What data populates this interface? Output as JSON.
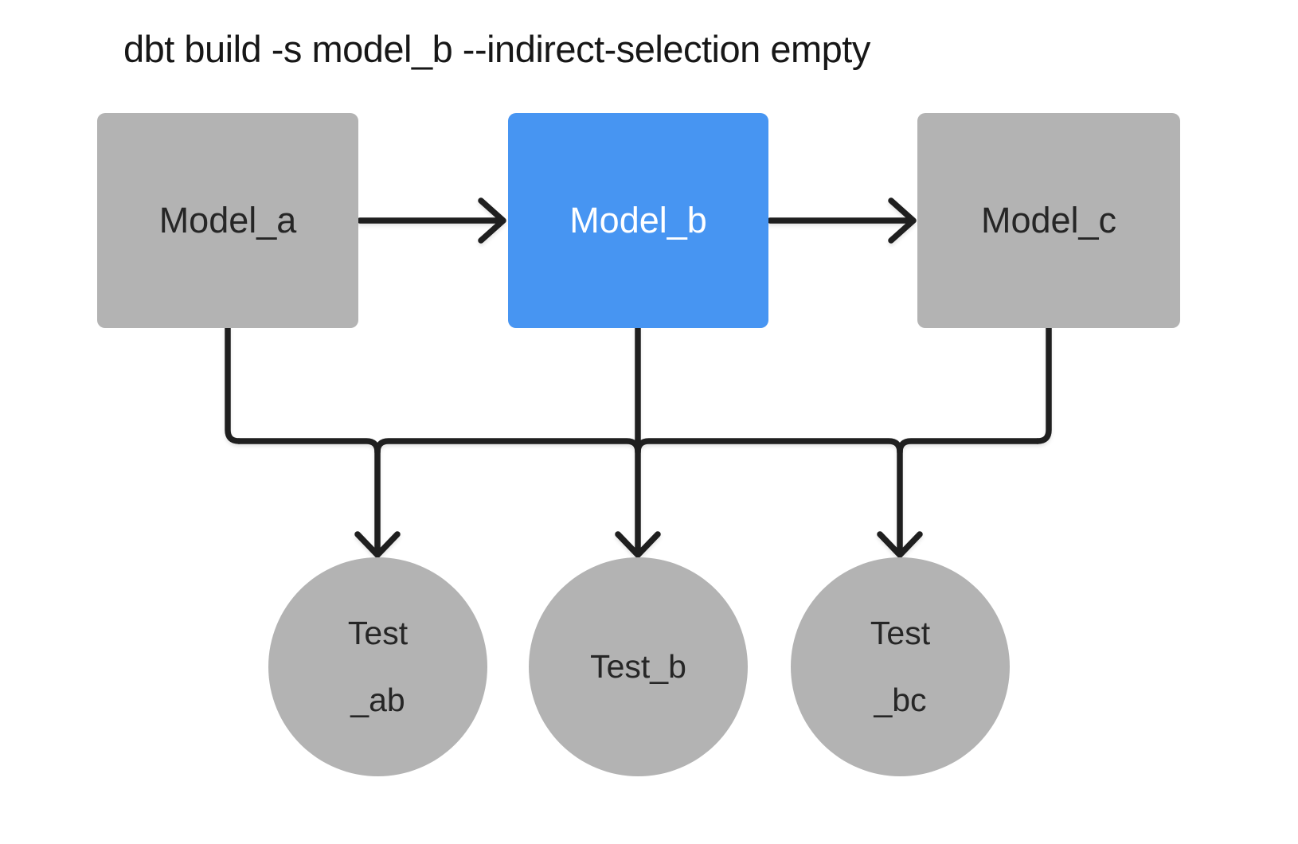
{
  "title": "dbt build -s model_b --indirect-selection empty",
  "colors": {
    "node_gray": "#b3b3b3",
    "node_blue": "#4795f2",
    "line": "#1f1f1f",
    "text_dark": "#262626",
    "text_light": "#ffffff"
  },
  "nodes": {
    "model_a": {
      "label": "Model_a",
      "type": "model",
      "selected": false
    },
    "model_b": {
      "label": "Model_b",
      "type": "model",
      "selected": true
    },
    "model_c": {
      "label": "Model_c",
      "type": "model",
      "selected": false
    },
    "test_ab": {
      "line1": "Test",
      "line2": "_ab",
      "type": "test"
    },
    "test_b": {
      "line1": "Test_b",
      "type": "test"
    },
    "test_bc": {
      "line1": "Test",
      "line2": "_bc",
      "type": "test"
    }
  },
  "edges": [
    {
      "from": "model_a",
      "to": "model_b"
    },
    {
      "from": "model_b",
      "to": "model_c"
    },
    {
      "from": "model_a",
      "to": "test_ab"
    },
    {
      "from": "model_b",
      "to": "test_ab"
    },
    {
      "from": "model_b",
      "to": "test_b"
    },
    {
      "from": "model_b",
      "to": "test_bc"
    },
    {
      "from": "model_c",
      "to": "test_bc"
    }
  ]
}
